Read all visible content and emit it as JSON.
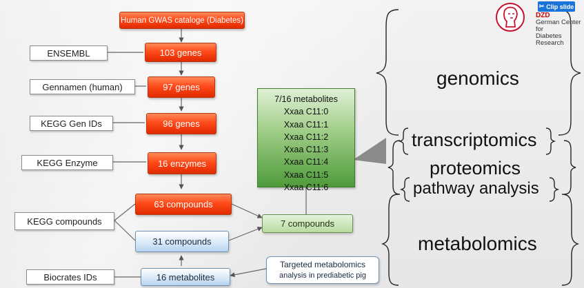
{
  "header": {
    "clip_button": "Clip slide",
    "logo_abbr": "DZD",
    "logo_line1": "German Center for",
    "logo_line2": "Diabetes Research"
  },
  "sources": {
    "ensembl": "ENSEMBL",
    "gennamen": "Gennamen (human)",
    "kegg_gen": "KEGG Gen IDs",
    "kegg_enzyme": "KEGG Enzyme",
    "kegg_compounds": "KEGG compounds",
    "biocrates": "Biocrates IDs"
  },
  "pipeline": {
    "gwas": "Human GWAS cataloge (Diabetes)",
    "genes103": "103 genes",
    "genes97": "97 genes",
    "genes96": "96 genes",
    "enzymes16": "16 enzymes",
    "compounds63": "63 compounds",
    "compounds31": "31 compounds",
    "metabolites16": "16 metabolites",
    "compounds7": "7 compounds"
  },
  "targeted": {
    "line1": "Targeted metabolomics",
    "line2": "analysis in prediabetic pig"
  },
  "metabolites_box": {
    "title": "7/16 metabolites",
    "items": [
      "Xxaa C11:0",
      "Xxaa C11:1",
      "Xxaa C11:2",
      "Xxaa C11:3",
      "Xxaa C11:4",
      "Xxaa C11:5",
      "Xxaa C11:6"
    ]
  },
  "omics": {
    "genomics": "genomics",
    "transcriptomics": "transcriptomics",
    "proteomics": "proteomics",
    "pathway": "pathway analysis",
    "metabolomics": "metabolomics"
  }
}
